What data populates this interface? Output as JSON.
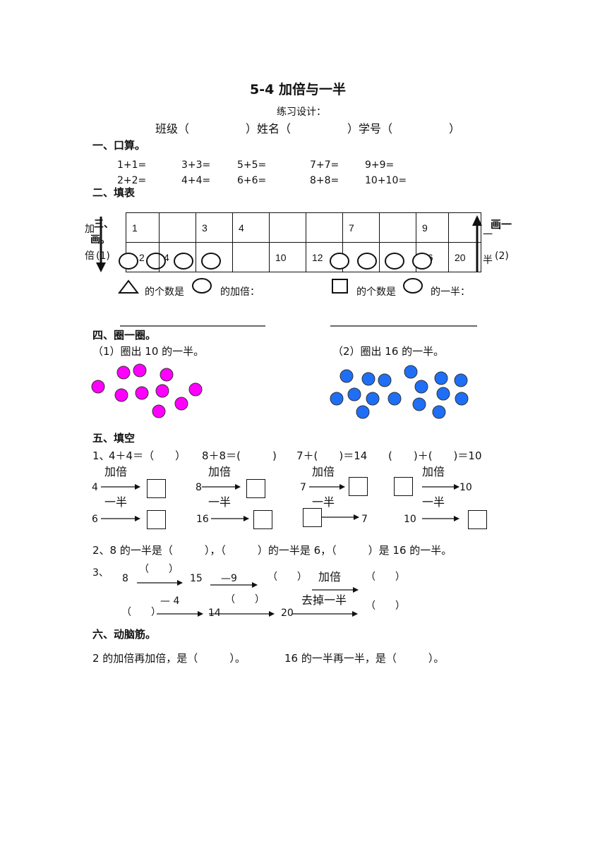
{
  "title": "5-4 加倍与一半",
  "subtitle": "练习设计：",
  "student_line": "班级（　　　　　）姓名（　　　　　）学号（　　　　　）",
  "section1": {
    "heading": "一、口算。",
    "row1": [
      "1+1=",
      "3+3=",
      "5+5=",
      "7+7=",
      "9+9="
    ],
    "row2": [
      "2+2=",
      "4+4=",
      "6+6=",
      "8+8=",
      "10+10="
    ]
  },
  "section2": {
    "heading": "二、填表"
  },
  "section3": {
    "num": "三、",
    "left_label_1": "加",
    "left_label_2": "画。",
    "left_label_3": "倍",
    "left_label_4": "(1)",
    "right_label_1": "画一",
    "right_label_2": "一",
    "right_label_3": "半",
    "right_label_4": "(2)",
    "row1": [
      "1",
      "",
      "3",
      "4",
      "",
      "",
      "7",
      "",
      "9",
      ""
    ],
    "row2": [
      "2",
      "4",
      "",
      "",
      "10",
      "12",
      "",
      "",
      "16",
      "20"
    ],
    "triangle_text_1": "的个数是",
    "triangle_text_2": "的加倍：",
    "square_text_1": "的个数是",
    "square_text_2": "的一半："
  },
  "section4": {
    "heading": "四、圈一圈。",
    "q1": "（1）圈出 10 的一半。",
    "q2": "（2）圈出 16 的一半。",
    "pink_color": "#ff00ff",
    "blue_color": "#1e6ff5"
  },
  "section5": {
    "heading": "五、填空",
    "q1_prefix": "1、",
    "q1_a": "4＋4＝（　　）",
    "q1_b": "8＋8＝(　　　)",
    "q1_c": "7＋(　　)＝14",
    "q1_d": "(　　)＋(　　)＝10",
    "double_label": "加倍",
    "half_label": "一半",
    "n_4": "4",
    "n_8": "8",
    "n_7": "7",
    "n_10": "10",
    "n_6": "6",
    "n_16": "16",
    "n_7b": "7",
    "n_10b": "10",
    "q2": "2、8 的一半是（　　　），（　　　）的一半是 6，（　　　）是 16 的一半。",
    "q3_num": "3、",
    "q3_8": "8",
    "q3_blank1": "（　　）",
    "q3_15": "15",
    "q3_minus9": "—9",
    "q3_blank2": "（　　）",
    "q3_double": "加倍",
    "q3_blank3": "（　　）",
    "q3_minus4": "—  4",
    "q3_blank4": "（　　）",
    "q3_blank5": "（　　）",
    "q3_14": "14",
    "q3_20": "20",
    "q3_remove_half": "去掉一半",
    "q3_blank6": "（　　）"
  },
  "section6": {
    "heading": "六、动脑筋。",
    "q1": "2 的加倍再加倍，是（　　　）。",
    "q2": "16 的一半再一半，是（　　　）。"
  }
}
